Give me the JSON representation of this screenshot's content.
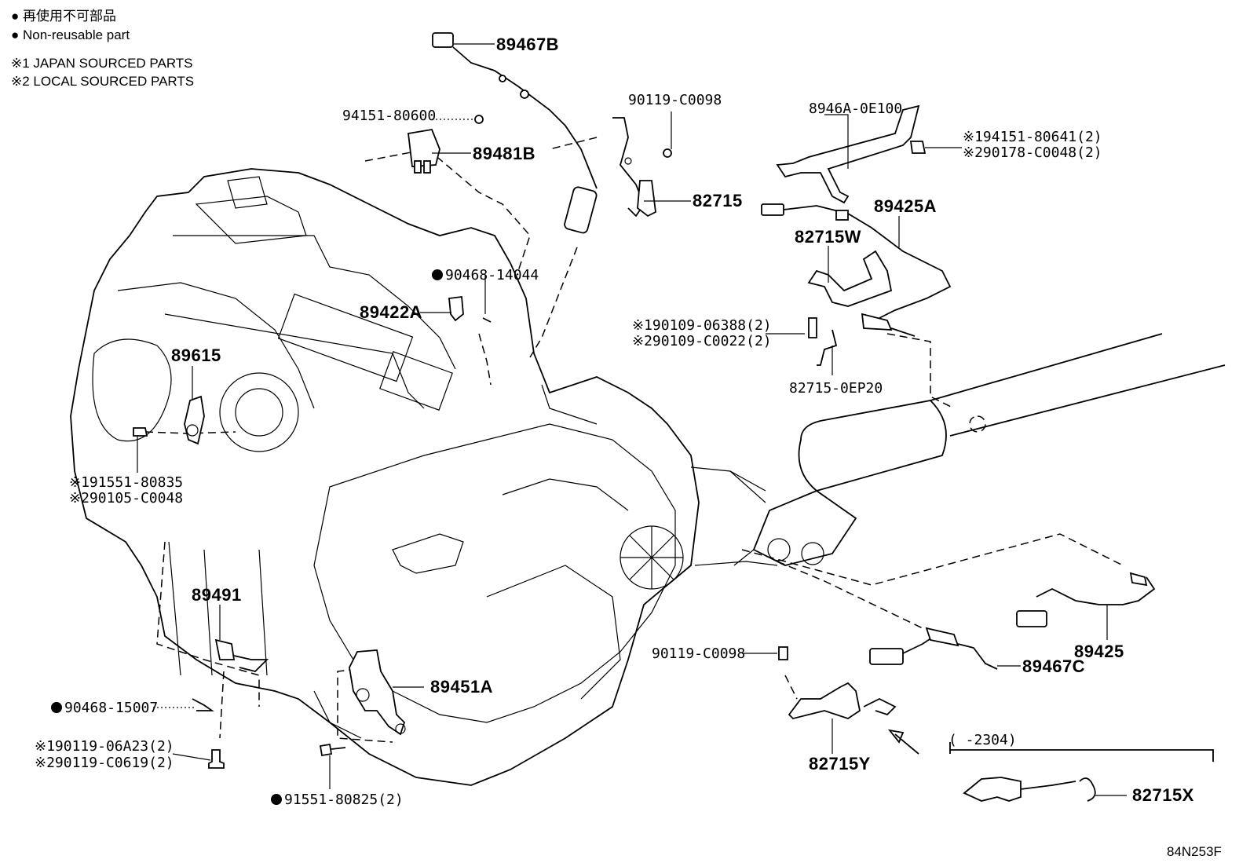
{
  "legend": {
    "jp_line": "● 再使用不可部品",
    "en_line": "● Non-reusable part",
    "note1": "※1 JAPAN SOURCED PARTS",
    "note2": "※2 LOCAL SOURCED PARTS"
  },
  "parts": {
    "p89467B": "89467B",
    "p94151_80600": "94151-80600",
    "p89481B": "89481B",
    "p90119_C0098_top": "90119-C0098",
    "p82715": "82715",
    "p8946A_0E100": "8946A-0E100",
    "p94151_80641": "※194151-80641(2)",
    "p90178_C0048": "※290178-C0048(2)",
    "p89425A": "89425A",
    "p82715W": "82715W",
    "p90468_14044": "90468-14044",
    "p89422A": "89422A",
    "p90109_06388": "※190109-06388(2)",
    "p90109_C0022": "※290109-C0022(2)",
    "p82715_0EP20": "82715-0EP20",
    "p89615": "89615",
    "p91551_80835": "※191551-80835",
    "p90105_C0048": "※290105-C0048",
    "p89491": "89491",
    "p90468_15007": "90468-15007",
    "p90119_06A23": "※190119-06A23(2)",
    "p90119_C0619": "※290119-C0619(2)",
    "p91551_80825": "91551-80825(2)",
    "p89451A": "89451A",
    "p90119_C0098_bottom": "90119-C0098",
    "p82715Y": "82715Y",
    "p89467C": "89467C",
    "p89425": "89425",
    "p82715X": "82715X",
    "date_range": "(      -2304)"
  },
  "diagram_id": "84N253F",
  "icons": [
    "non-reusable-dot-icon",
    "direction-arrow-icon"
  ]
}
